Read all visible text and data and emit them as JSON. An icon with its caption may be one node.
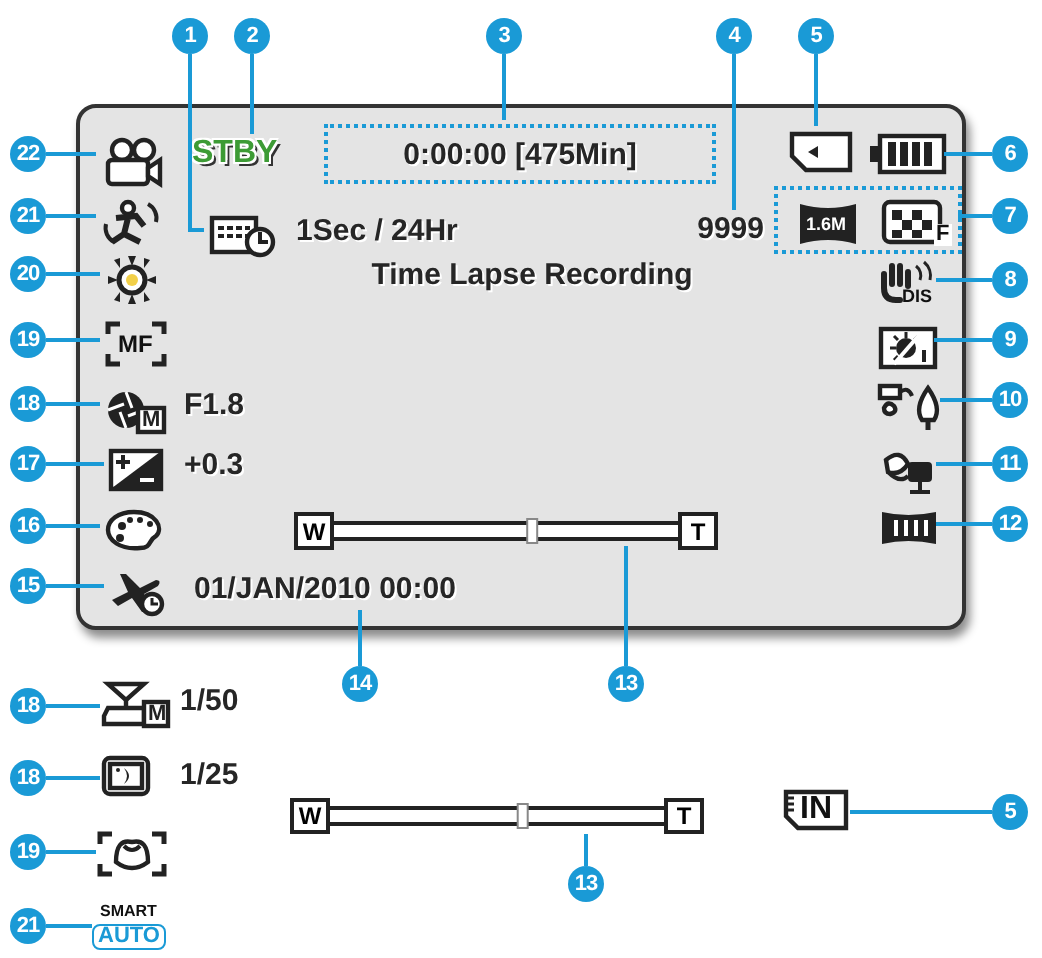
{
  "diagram": {
    "nodes": [
      {
        "text": [],
        "shape": "box"
      },
      {
        "text": [],
        "shape": "picture",
        "in": 0
      },
      {
        "text": [
          "STBY"
        ],
        "in": 0
      },
      {
        "text": [
          "0:00:00 [475Min]"
        ],
        "in": 0
      },
      {
        "text": [],
        "shape": "picture",
        "in": 0
      },
      {
        "text": [],
        "shape": "picture",
        "in": 0
      },
      {
        "text": [],
        "shape": "picture",
        "in": 0
      },
      {
        "text": [],
        "shape": "picture",
        "beside": [
          "1Sec / 24Hr"
        ],
        "in": 0
      },
      {
        "text": [
          "9999"
        ],
        "in": 0
      },
      {
        "text": [],
        "shape": "box",
        "in": 0
      },
      {
        "text": [
          "1.6M"
        ],
        "in": 9
      },
      {
        "text": [
          "F"
        ],
        "in": 9
      },
      {
        "text": [],
        "shape": "picture",
        "in": 0
      },
      {
        "text": [
          "DIS"
        ],
        "in": 0
      },
      {
        "text": [
          "MF"
        ],
        "in": 0
      },
      {
        "text": [],
        "shape": "picture",
        "in": 0
      },
      {
        "text": [],
        "shape": "picture",
        "in": 0
      },
      {
        "text": [
          "M"
        ],
        "beside": [
          "F1.8"
        ],
        "in": 0
      },
      {
        "text": [],
        "shape": "picture",
        "in": 0
      },
      {
        "text": [],
        "shape": "picture",
        "beside": [
          "+0.3"
        ],
        "in": 0
      },
      {
        "text": [],
        "shape": "picture",
        "in": 0
      },
      {
        "text": [
          "W",
          "T"
        ],
        "in": 0
      },
      {
        "text": [],
        "shape": "picture",
        "in": 0
      },
      {
        "text": [],
        "shape": "picture",
        "in": 0
      },
      {
        "text": [
          "01/JAN/2010 00:00"
        ],
        "in": 0
      },
      {
        "text": [
          "M"
        ],
        "beside": [
          "1/50"
        ]
      },
      {
        "text": [],
        "shape": "picture",
        "beside": [
          "1/25"
        ]
      },
      {
        "text": [
          "W",
          "T"
        ]
      },
      {
        "text": [
          "IN"
        ]
      },
      {
        "text": [],
        "shape": "picture"
      },
      {
        "text": [
          "SMART",
          "AUTO"
        ]
      },
      {
        "text": [
          "1"
        ]
      },
      {
        "text": [
          "2"
        ]
      },
      {
        "text": [
          "3"
        ]
      },
      {
        "text": [
          "4"
        ]
      },
      {
        "text": [
          "5"
        ]
      },
      {
        "text": [
          "22"
        ]
      },
      {
        "text": [
          "6"
        ]
      },
      {
        "text": [
          "21"
        ]
      },
      {
        "text": [
          "7"
        ]
      },
      {
        "text": [
          "20"
        ]
      },
      {
        "text": [
          "8"
        ]
      },
      {
        "text": [
          "19"
        ]
      },
      {
        "text": [
          "9"
        ]
      },
      {
        "text": [
          "18"
        ]
      },
      {
        "text": [
          "10"
        ]
      },
      {
        "text": [
          "17"
        ]
      },
      {
        "text": [
          "11"
        ]
      },
      {
        "text": [
          "16"
        ]
      },
      {
        "text": [
          "12"
        ]
      },
      {
        "text": [
          "15"
        ]
      },
      {
        "text": [
          "14"
        ]
      },
      {
        "text": [
          "13"
        ]
      },
      {
        "text": [
          "18"
        ]
      },
      {
        "text": [
          "18"
        ]
      },
      {
        "text": [
          "5"
        ]
      },
      {
        "text": [
          "19"
        ]
      },
      {
        "text": [
          "13"
        ]
      },
      {
        "text": [
          "21"
        ]
      }
    ],
    "edges": [
      {
        "from": 31,
        "to": 7,
        "arrow": "none"
      },
      {
        "from": 32,
        "to": 2,
        "arrow": "none"
      },
      {
        "from": 33,
        "to": 3,
        "arrow": "none"
      },
      {
        "from": 34,
        "to": 8,
        "arrow": "none"
      },
      {
        "from": 35,
        "to": 4,
        "arrow": "none"
      },
      {
        "from": 36,
        "to": 1,
        "arrow": "none"
      },
      {
        "from": 37,
        "to": 5,
        "arrow": "none"
      },
      {
        "from": 38,
        "to": 6,
        "arrow": "none"
      },
      {
        "from": 39,
        "to": 9,
        "arrow": "none"
      },
      {
        "from": 40,
        "to": 12,
        "arrow": "none"
      },
      {
        "from": 41,
        "to": 13,
        "arrow": "none"
      },
      {
        "from": 42,
        "to": 14,
        "arrow": "none"
      },
      {
        "from": 43,
        "to": 15,
        "arrow": "none"
      },
      {
        "from": 44,
        "to": 17,
        "arrow": "none"
      },
      {
        "from": 45,
        "to": 16,
        "arrow": "none"
      },
      {
        "from": 46,
        "to": 19,
        "arrow": "none"
      },
      {
        "from": 47,
        "to": 18,
        "arrow": "none"
      },
      {
        "from": 48,
        "to": 20,
        "arrow": "none"
      },
      {
        "from": 49,
        "to": 22,
        "arrow": "none"
      },
      {
        "from": 50,
        "to": 23,
        "arrow": "none"
      },
      {
        "from": 51,
        "to": 24,
        "arrow": "none"
      },
      {
        "from": 52,
        "to": 21,
        "arrow": "none"
      },
      {
        "from": 53,
        "to": 25,
        "arrow": "none"
      },
      {
        "from": 54,
        "to": 26,
        "arrow": "none"
      },
      {
        "from": 55,
        "to": 28,
        "arrow": "none"
      },
      {
        "from": 56,
        "to": 29,
        "arrow": "none"
      },
      {
        "from": 57,
        "to": 27,
        "arrow": "none"
      },
      {
        "from": 58,
        "to": 30,
        "arrow": "none"
      }
    ],
    "labels": [
      "Time Lapse Recording"
    ]
  }
}
